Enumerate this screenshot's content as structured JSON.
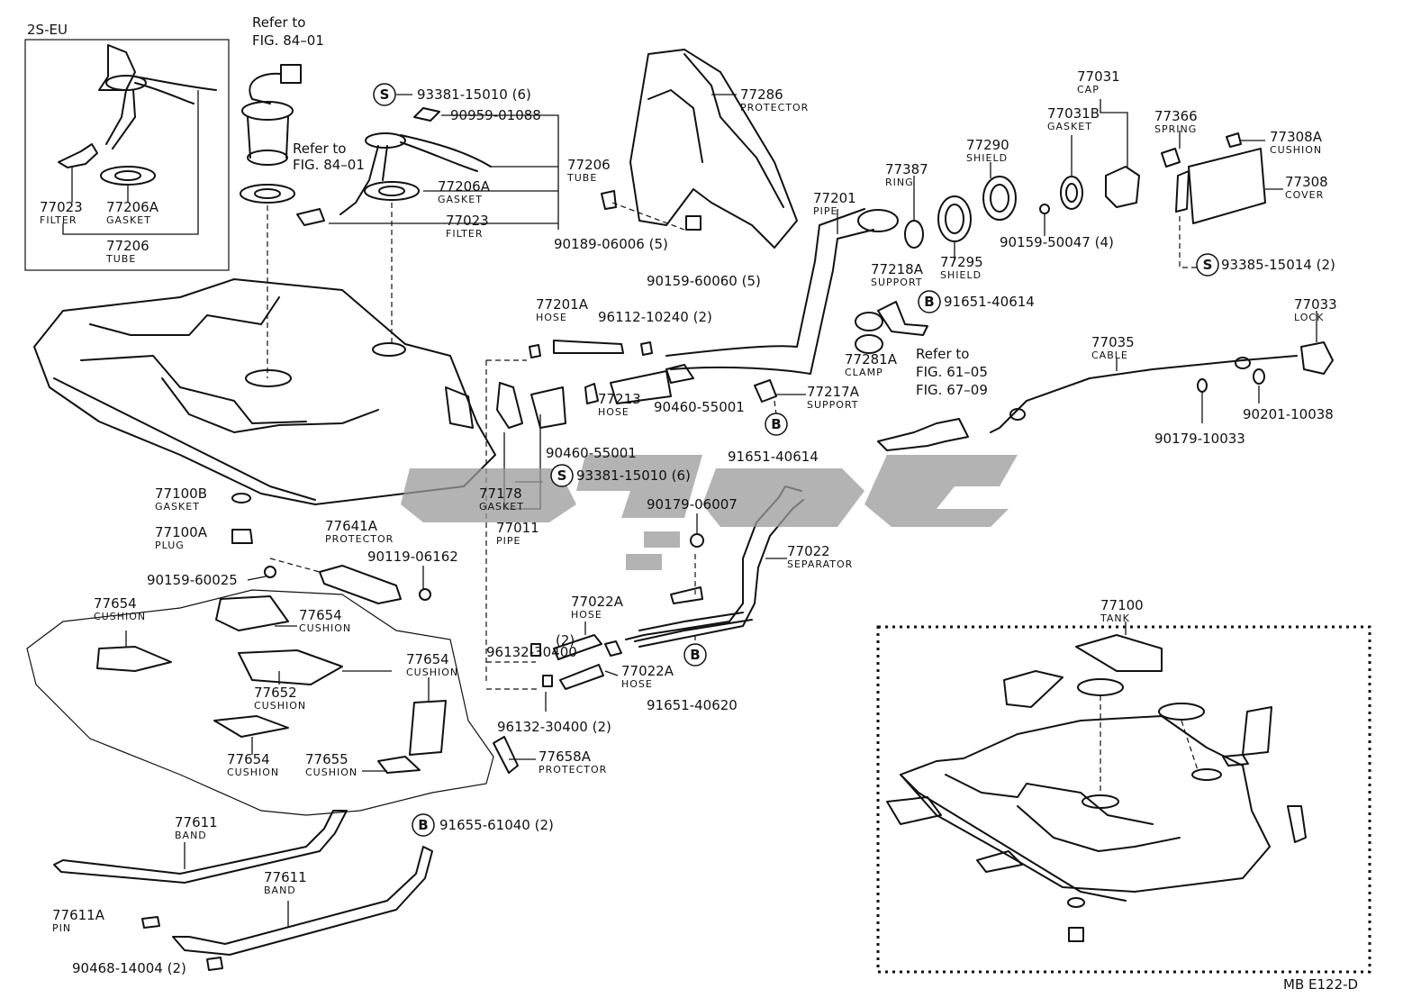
{
  "inset_label": "2S-EU",
  "refs": {
    "ref1": [
      "Refer to",
      "FIG. 84–01"
    ],
    "ref2": [
      "Refer to",
      "FIG. 84–01"
    ],
    "ref3": [
      "Refer to",
      "FIG. 61–05",
      "FIG. 67–09"
    ]
  },
  "symbols": {
    "s": "S",
    "b": "B"
  },
  "parts": [
    {
      "id": "p1",
      "number": "77023",
      "name": "FILTER"
    },
    {
      "id": "p2",
      "number": "77206A",
      "name": "GASKET"
    },
    {
      "id": "p3",
      "number": "77206",
      "name": "TUBE"
    },
    {
      "id": "p4",
      "number": "93381-15010 (6)",
      "name": ""
    },
    {
      "id": "p5",
      "number": "90959-01088",
      "name": ""
    },
    {
      "id": "p6",
      "number": "77206",
      "name": "TUBE"
    },
    {
      "id": "p7",
      "number": "77206A",
      "name": "GASKET"
    },
    {
      "id": "p8",
      "number": "77023",
      "name": "FILTER"
    },
    {
      "id": "p9",
      "number": "77286",
      "name": "PROTECTOR"
    },
    {
      "id": "p10",
      "number": "90189-06006 (5)",
      "name": ""
    },
    {
      "id": "p11",
      "number": "90159-60060 (5)",
      "name": ""
    },
    {
      "id": "p12",
      "number": "77201",
      "name": "PIPE"
    },
    {
      "id": "p13",
      "number": "77387",
      "name": "RING"
    },
    {
      "id": "p14",
      "number": "77290",
      "name": "SHIELD"
    },
    {
      "id": "p15",
      "number": "77295",
      "name": "SHIELD"
    },
    {
      "id": "p16",
      "number": "77031",
      "name": "CAP"
    },
    {
      "id": "p17",
      "number": "77031B",
      "name": "GASKET"
    },
    {
      "id": "p18",
      "number": "90159-50047 (4)",
      "name": ""
    },
    {
      "id": "p19",
      "number": "77366",
      "name": "SPRING"
    },
    {
      "id": "p20",
      "number": "77308A",
      "name": "CUSHION"
    },
    {
      "id": "p21",
      "number": "77308",
      "name": "COVER"
    },
    {
      "id": "p22",
      "number": "93385-15014 (2)",
      "name": ""
    },
    {
      "id": "p23",
      "number": "77218A",
      "name": "SUPPORT"
    },
    {
      "id": "p24",
      "number": "91651-40614",
      "name": ""
    },
    {
      "id": "p25",
      "number": "77281A",
      "name": "CLAMP"
    },
    {
      "id": "p26",
      "number": "77201A",
      "name": "HOSE"
    },
    {
      "id": "p27",
      "number": "96112-10240 (2)",
      "name": ""
    },
    {
      "id": "p28",
      "number": "77217A",
      "name": "SUPPORT"
    },
    {
      "id": "p29",
      "number": "90460-55001",
      "name": ""
    },
    {
      "id": "p30",
      "number": "77213",
      "name": "HOSE"
    },
    {
      "id": "p31",
      "number": "90460-55001",
      "name": ""
    },
    {
      "id": "p32",
      "number": "91651-40614",
      "name": ""
    },
    {
      "id": "p33",
      "number": "77033",
      "name": "LOCK"
    },
    {
      "id": "p34",
      "number": "77035",
      "name": "CABLE"
    },
    {
      "id": "p35",
      "number": "90179-10033",
      "name": ""
    },
    {
      "id": "p36",
      "number": "90201-10038",
      "name": ""
    },
    {
      "id": "p37",
      "number": "93381-15010 (6)",
      "name": ""
    },
    {
      "id": "p38",
      "number": "77178",
      "name": "GASKET"
    },
    {
      "id": "p39",
      "number": "77011",
      "name": "PIPE"
    },
    {
      "id": "p40",
      "number": "77100B",
      "name": "GASKET"
    },
    {
      "id": "p41",
      "number": "77100A",
      "name": "PLUG"
    },
    {
      "id": "p42",
      "number": "77641A",
      "name": "PROTECTOR"
    },
    {
      "id": "p43",
      "number": "90119-06162",
      "name": ""
    },
    {
      "id": "p44",
      "number": "90159-60025",
      "name": ""
    },
    {
      "id": "p45",
      "number": "90179-06007",
      "name": ""
    },
    {
      "id": "p46",
      "number": "77022",
      "name": "SEPARATOR"
    },
    {
      "id": "p47",
      "number": "77654",
      "name": "CUSHION"
    },
    {
      "id": "p48",
      "number": "77654",
      "name": "CUSHION"
    },
    {
      "id": "p49",
      "number": "77654",
      "name": "CUSHION"
    },
    {
      "id": "p50",
      "number": "77652",
      "name": "CUSHION"
    },
    {
      "id": "p51",
      "number": "77654",
      "name": "CUSHION"
    },
    {
      "id": "p52",
      "number": "77655",
      "name": "CUSHION"
    },
    {
      "id": "p53",
      "number": "77022A",
      "name": "HOSE"
    },
    {
      "id": "p54",
      "number": "96132-30400",
      "name": ""
    },
    {
      "id": "p55",
      "number": "(2)",
      "name": ""
    },
    {
      "id": "p56",
      "number": "77022A",
      "name": "HOSE"
    },
    {
      "id": "p57",
      "number": "91651-40620",
      "name": ""
    },
    {
      "id": "p58",
      "number": "96132-30400 (2)",
      "name": ""
    },
    {
      "id": "p59",
      "number": "77658A",
      "name": "PROTECTOR"
    },
    {
      "id": "p60",
      "number": "77611",
      "name": "BAND"
    },
    {
      "id": "p61",
      "number": "91655-61040 (2)",
      "name": ""
    },
    {
      "id": "p62",
      "number": "77611",
      "name": "BAND"
    },
    {
      "id": "p63",
      "number": "77611A",
      "name": "PIN"
    },
    {
      "id": "p64",
      "number": "90468-14004 (2)",
      "name": ""
    },
    {
      "id": "p65",
      "number": "77100",
      "name": "TANK"
    }
  ],
  "footer_code": "MB E122-D"
}
